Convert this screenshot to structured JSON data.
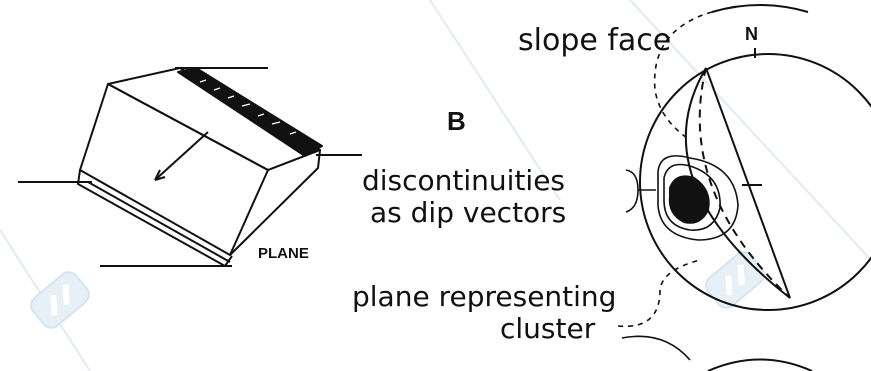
{
  "figure": {
    "panel_letter": "B",
    "block_label": "PLANE",
    "north_label": "N",
    "labels": {
      "slope_face": "slope face",
      "discontinuities_line1": "discontinuities",
      "discontinuities_line2": "as dip vectors",
      "plane_line1": "plane representing",
      "plane_line2": "cluster"
    }
  },
  "colors": {
    "ink": "#111111",
    "watermark": "#dbe8f3"
  }
}
